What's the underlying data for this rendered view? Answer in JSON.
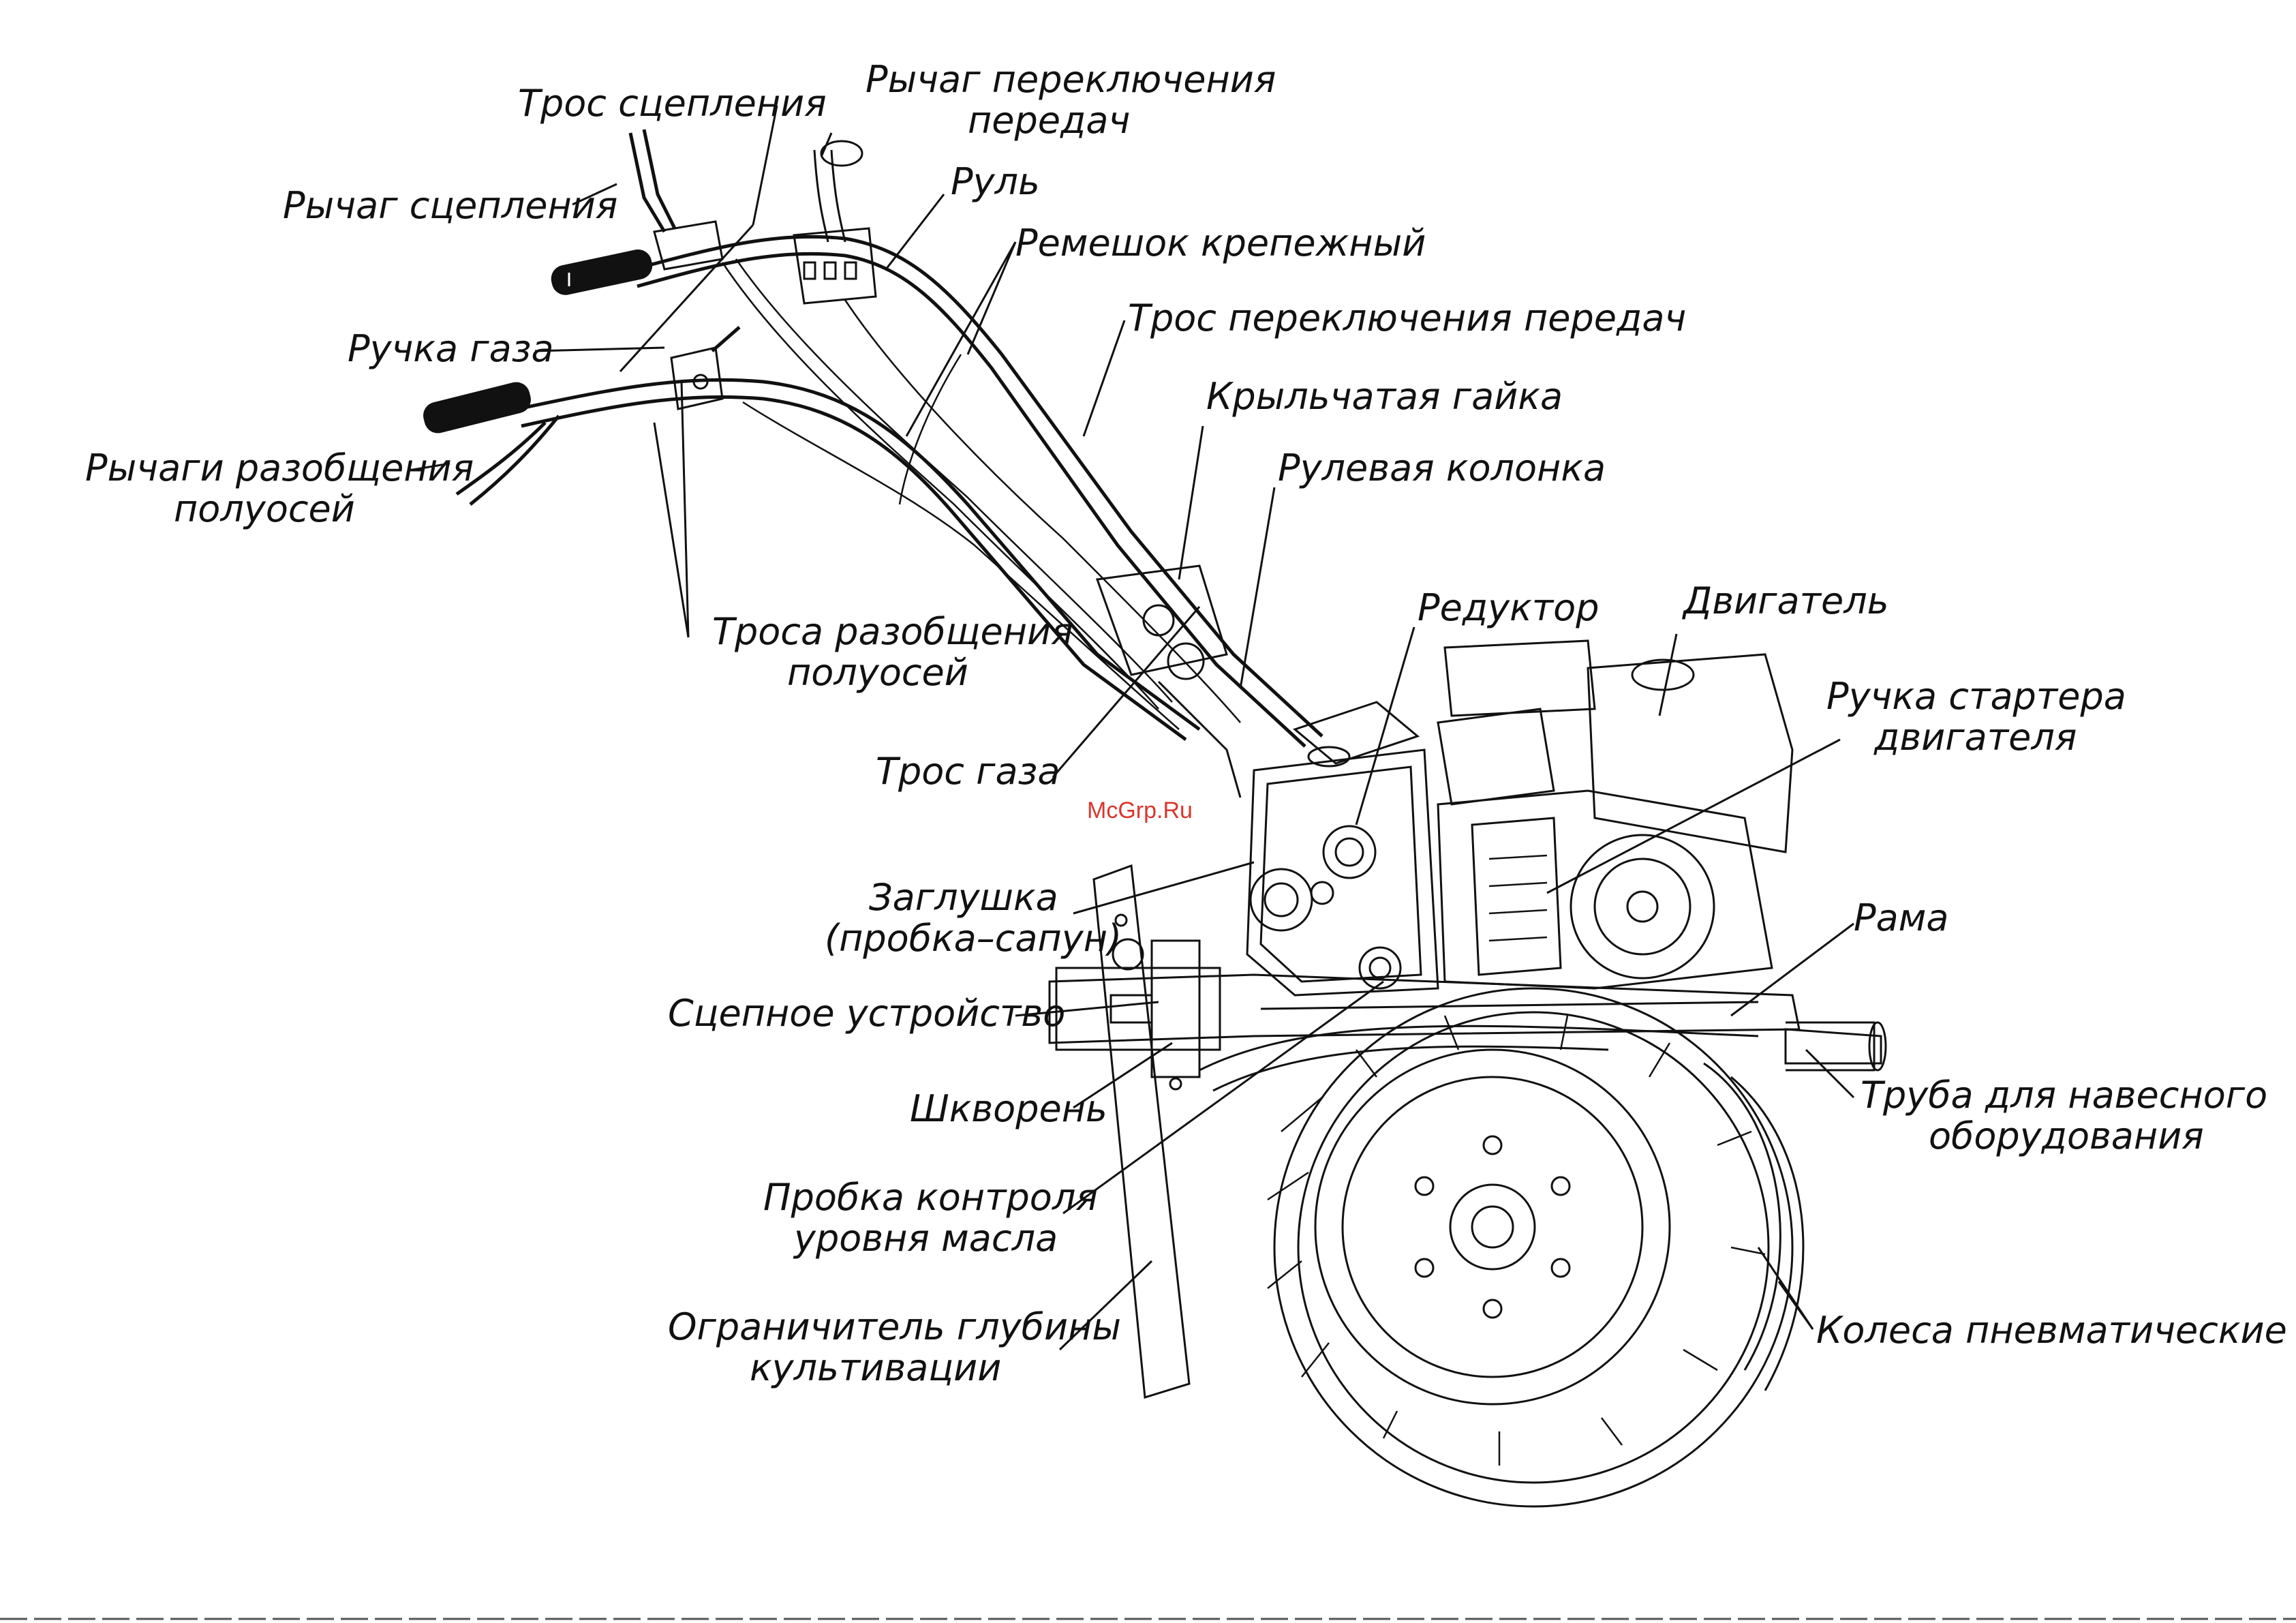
{
  "watermark": "McGrp.Ru",
  "labels": {
    "clutch_cable": "Трос сцепления",
    "gear_lever_l1": "Рычаг переключения",
    "gear_lever_l2": "передач",
    "handlebar": "Руль",
    "clutch_lever": "Рычаг сцепления",
    "strap": "Ремешок крепежный",
    "gear_cable": "Трос переключения передач",
    "throttle_handle": "Ручка газа",
    "wing_nut": "Крыльчатая гайка",
    "axle_levers_l1": "Рычаги разобщения",
    "axle_levers_l2": "полуосей",
    "steering_column": "Рулевая колонка",
    "reducer": "Редуктор",
    "engine": "Двигатель",
    "axle_cables_l1": "Троса разобщения",
    "axle_cables_l2": "полуосей",
    "starter_l1": "Ручка стартера",
    "starter_l2": "двигателя",
    "throttle_cable": "Трос газа",
    "plug_l1": "Заглушка",
    "plug_l2": "(пробка–сапун)",
    "frame": "Рама",
    "hitch": "Сцепное устройство",
    "tube_l1": "Труба для навесного",
    "tube_l2": "оборудования",
    "pin": "Шкворень",
    "oil_plug_l1": "Пробка контроля",
    "oil_plug_l2": "уровня масла",
    "depth_l1": "Ограничитель глубины",
    "depth_l2": "культивации",
    "wheels": "Колеса пневматические"
  }
}
